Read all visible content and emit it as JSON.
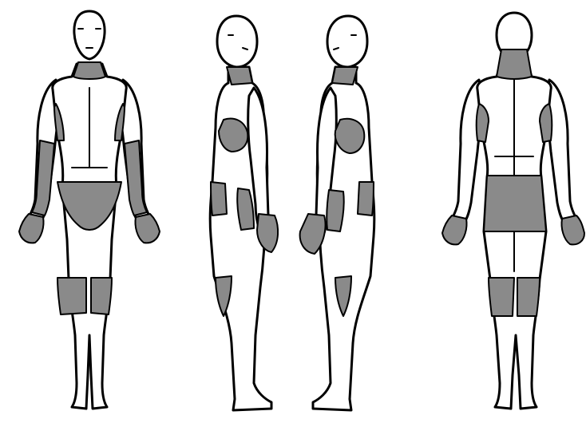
{
  "diagram": {
    "views": [
      {
        "view": "front",
        "shaded_regions": [
          "neck",
          "forearms",
          "lower-abdomen-groin",
          "hands",
          "knees"
        ]
      },
      {
        "view": "right-side",
        "shaded_regions": [
          "neck",
          "flank",
          "hip",
          "hand",
          "knee"
        ]
      },
      {
        "view": "left-side",
        "shaded_regions": [
          "neck",
          "flank",
          "hip",
          "hand",
          "knee"
        ]
      },
      {
        "view": "back",
        "shaded_regions": [
          "neck",
          "shoulder-blades",
          "lower-back",
          "buttocks",
          "hands",
          "knees"
        ]
      }
    ]
  },
  "colors": {
    "background": "#ffffff",
    "outline": "#000000",
    "body_fill": "#ffffff",
    "shaded_fill": "#8a8a8a"
  }
}
